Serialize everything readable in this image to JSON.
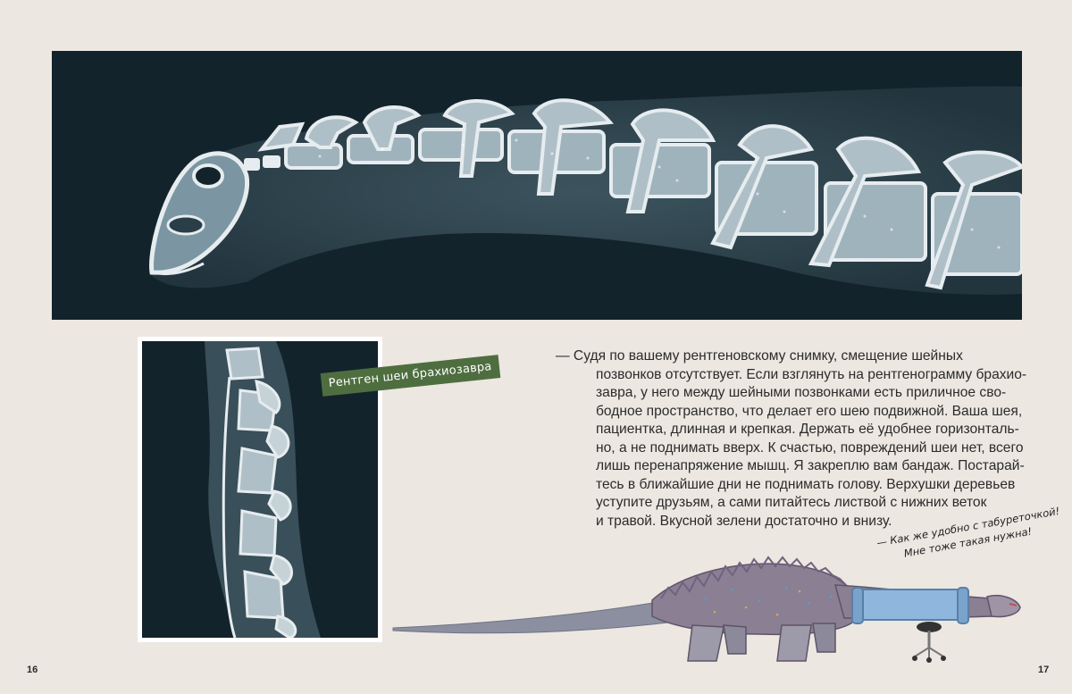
{
  "caption": "Рентген шеи брахиозавра",
  "body_lines": [
    "— Судя по вашему рентгеновскому снимку, смещение шейных",
    "позвонков отсутствует. Если взглянуть на рентгенограмму брахио-",
    "завра, у него между шейными позвонками есть приличное сво-",
    "бодное пространство, что делает его шею подвижной. Ваша шея,",
    "пациентка, длинная и крепкая. Держать её удобнее горизонталь-",
    "но, а не поднимать вверх. К счастью, повреждений шеи нет, всего",
    "лишь перенапряжение мышц. Я закреплю вам бандаж. Постарай-",
    "тесь в ближайшие дни не поднимать голову. Верхушки деревьев",
    "уступите друзьям, а сами питайтесь листвой с нижних веток",
    "и травой. Вкусной зелени достаточно и внизу."
  ],
  "speech": {
    "line1": "— Как же удобно с табуреточкой!",
    "line2": "Мне тоже такая нужна!"
  },
  "page_numbers": {
    "left": "16",
    "right": "17"
  },
  "colors": {
    "xray_background": "#13232b",
    "bone": "#e6ecef",
    "caption_green": "#4e6e3f",
    "page_background": "#ece7e1",
    "brace_blue": "#8fb6dc"
  }
}
